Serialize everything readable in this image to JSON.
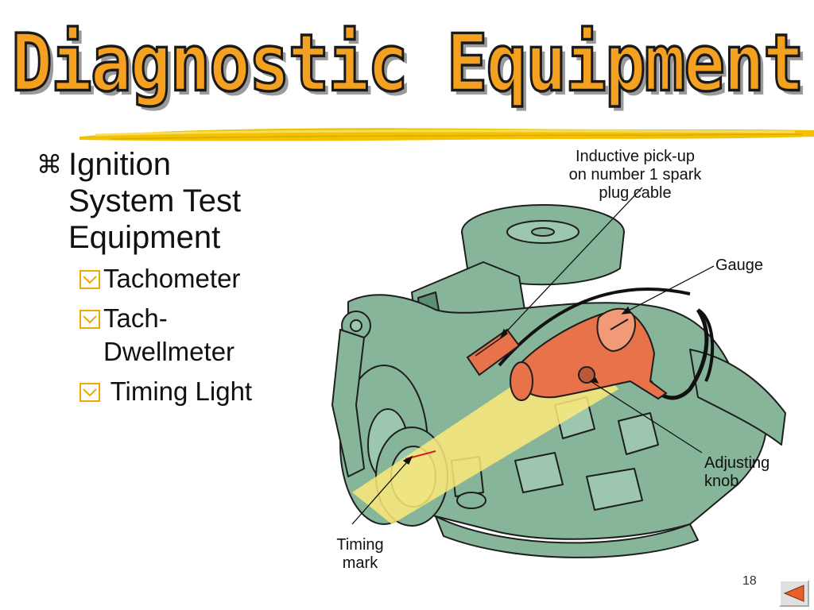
{
  "slide": {
    "title": "Diagnostic Equipment",
    "page_number": "18"
  },
  "bullets": {
    "main": {
      "glyph_icon": "command-key-icon",
      "glyph": "⌘",
      "lines": [
        "Ignition",
        "System Test",
        "Equipment"
      ]
    },
    "sub_items": [
      {
        "icon": "checkbox-icon",
        "lines": [
          "Tachometer"
        ]
      },
      {
        "icon": "checkbox-icon",
        "lines": [
          "Tach-",
          "Dwellmeter"
        ]
      },
      {
        "icon": "checkbox-icon",
        "lines": [
          " Timing Light"
        ]
      }
    ]
  },
  "diagram": {
    "labels": {
      "pickup": [
        "Inductive pick-up",
        "on number 1 spark",
        "plug cable"
      ],
      "gauge": [
        "Gauge"
      ],
      "knob": [
        "Adjusting",
        "knob"
      ],
      "timing_mark": [
        "Timing",
        "mark"
      ]
    }
  },
  "colors": {
    "title_fill": "#f4a020",
    "title_stroke": "#1a1a1a",
    "brush": "#f2c200",
    "engine": "#86b59a",
    "engine_outline": "#1e1e1e",
    "timing_light": "#e8724a",
    "light_beam": "#fde97a",
    "checkbox": "#f0a800"
  },
  "nav": {
    "icon": "previous-slide-icon"
  }
}
